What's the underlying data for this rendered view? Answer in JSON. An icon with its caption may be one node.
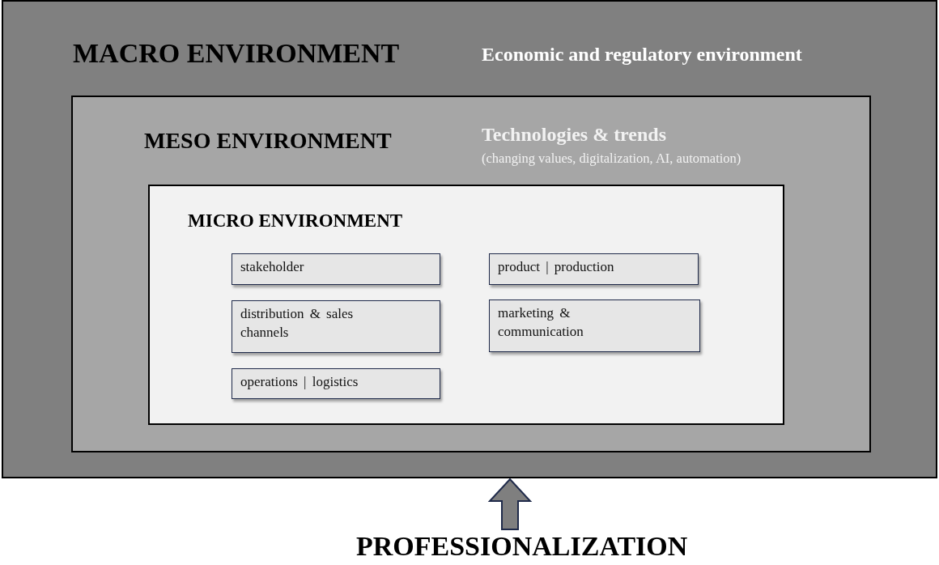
{
  "diagram": {
    "nodes": [
      {
        "text": [
          "MACRO ENVIRONMENT",
          "Economic and regulatory environment"
        ]
      },
      {
        "text": [
          "MESO ENVIRONMENT",
          "Technologies & trends",
          "(changing values, digitalization, AI, automation)"
        ],
        "in": 0
      },
      {
        "text": [
          "MICRO ENVIRONMENT"
        ],
        "in": 1
      },
      {
        "text": [
          "stakeholder"
        ],
        "in": 2
      },
      {
        "text": [
          "product | production"
        ],
        "in": 2
      },
      {
        "text": [
          "distribution & sales channels"
        ],
        "in": 2
      },
      {
        "text": [
          "marketing & communication"
        ],
        "in": 2
      },
      {
        "text": [
          "operations | logistics"
        ],
        "in": 2
      },
      {
        "text": [
          "PROFESSIONALIZATION"
        ]
      }
    ],
    "edges": [
      {
        "from": 8,
        "to": 0,
        "arrow": "to",
        "style": "thick"
      }
    ]
  }
}
